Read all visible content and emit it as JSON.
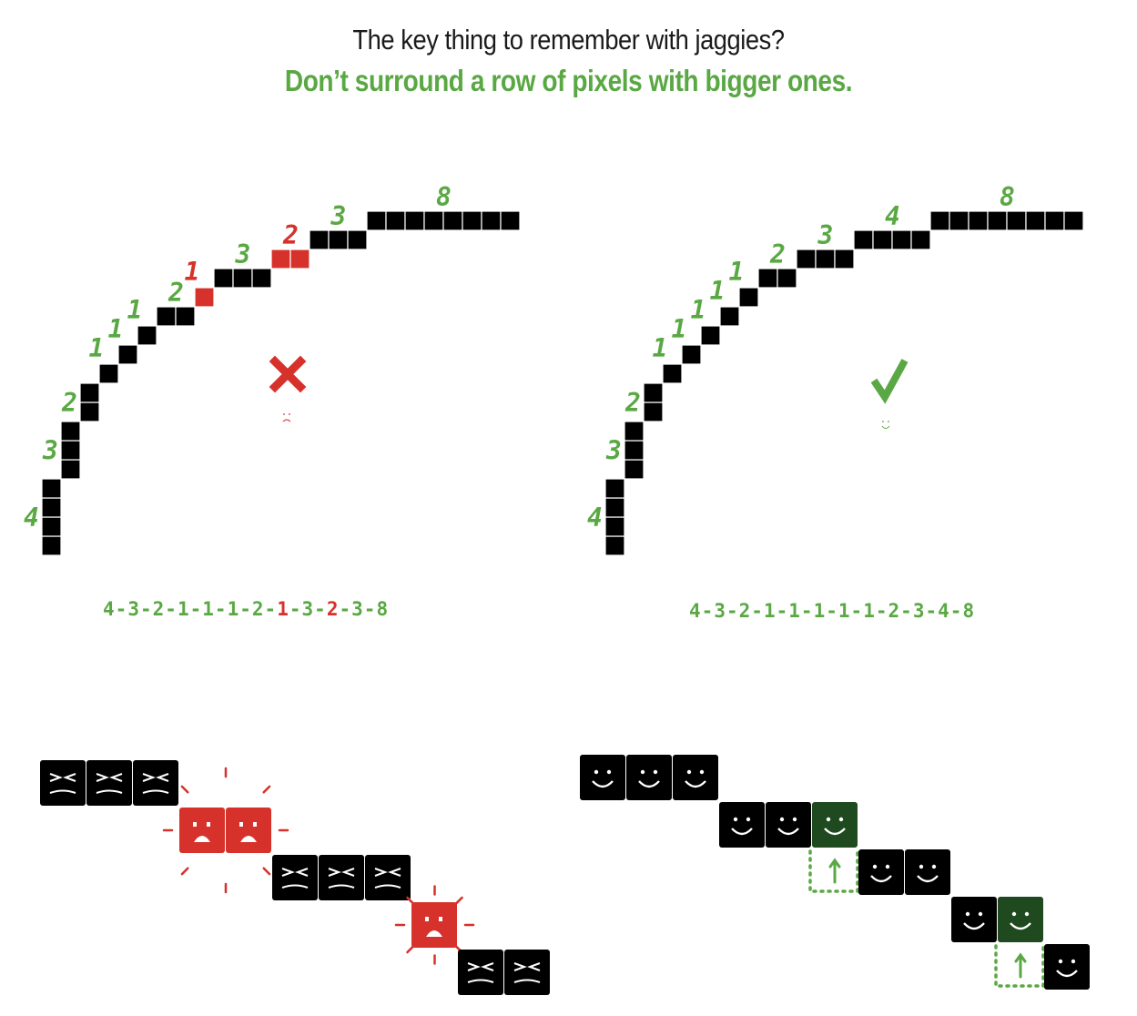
{
  "title": "The key thing to remember with jaggies?",
  "subtitle": "Don’t surround a row of pixels with bigger ones.",
  "colors": {
    "good": "#5aa844",
    "bad": "#d6312b",
    "pixel": "#000000",
    "happy_highlight": "#1f4a1f"
  },
  "left_panel": {
    "verdict_icon": "x-mark-icon",
    "mood_icon": "sad-face-icon",
    "run_lengths": [
      "4",
      "3",
      "2",
      "1",
      "1",
      "1",
      "2",
      "1",
      "3",
      "2",
      "3",
      "8"
    ],
    "bad_runs": [
      7,
      9
    ],
    "sequence_sep": "-"
  },
  "right_panel": {
    "verdict_icon": "checkmark-icon",
    "mood_icon": "smile-face-icon",
    "run_lengths": [
      "4",
      "3",
      "2",
      "1",
      "1",
      "1",
      "1",
      "1",
      "2",
      "3",
      "4",
      "8"
    ],
    "bad_runs": [],
    "sequence_sep": "-"
  },
  "bottom_left": {
    "description_icons": [
      "angry-pixel-icon",
      "shocked-pixel-icon"
    ],
    "runs": [
      3,
      2,
      3,
      1,
      2
    ],
    "upset_runs": [
      1,
      3
    ]
  },
  "bottom_right": {
    "description_icons": [
      "happy-pixel-icon",
      "move-up-arrow-icon"
    ],
    "runs": [
      3,
      3,
      2,
      2,
      1
    ],
    "highlight_cells": [
      [
        1,
        2
      ],
      [
        3,
        1
      ]
    ]
  }
}
